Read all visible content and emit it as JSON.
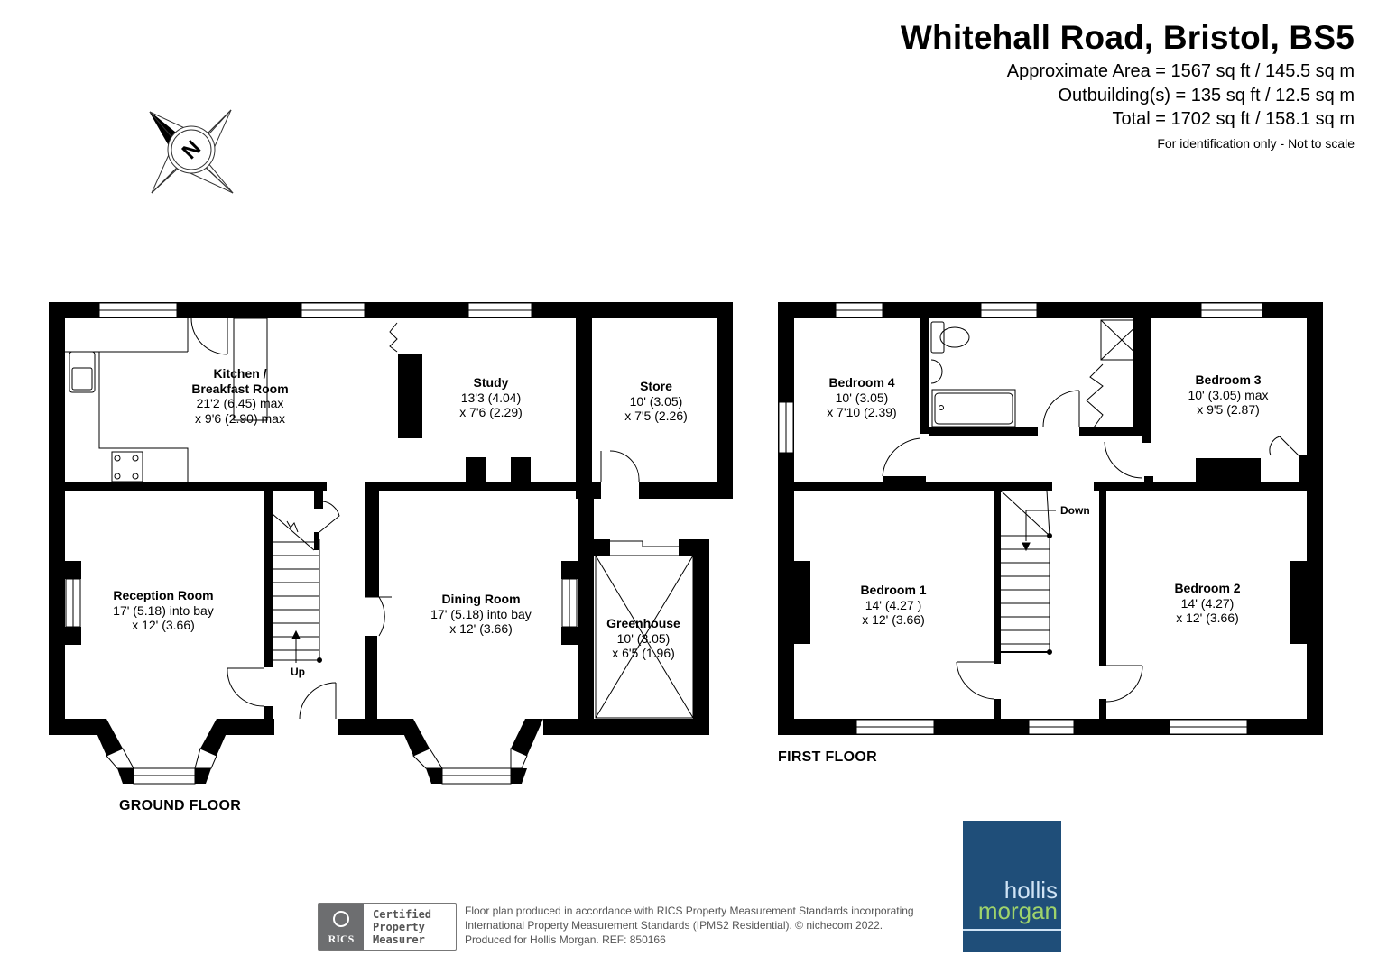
{
  "header": {
    "title": "Whitehall Road, Bristol, BS5",
    "approx_area": "Approximate Area = 1567 sq ft / 145.5 sq m",
    "outbuildings": "Outbuilding(s) = 135 sq ft / 12.5 sq m",
    "total": "Total = 1702 sq ft / 158.1 sq m",
    "note": "For identification only - Not to scale"
  },
  "compass": {
    "icon": "north-compass-icon",
    "label": "N"
  },
  "ground_floor": {
    "label": "GROUND FLOOR",
    "stairs_label": "Up",
    "rooms": [
      {
        "name": "Kitchen /",
        "name2": "Breakfast Room",
        "dim1": "21'2 (6.45) max",
        "dim2": "x 9'6 (2.90) max"
      },
      {
        "name": "Study",
        "dim1": "13'3 (4.04)",
        "dim2": "x 7'6 (2.29)"
      },
      {
        "name": "Store",
        "dim1": "10' (3.05)",
        "dim2": "x 7'5 (2.26)"
      },
      {
        "name": "Reception Room",
        "dim1": "17' (5.18) into bay",
        "dim2": "x 12' (3.66)"
      },
      {
        "name": "Dining Room",
        "dim1": "17' (5.18) into bay",
        "dim2": "x 12' (3.66)"
      },
      {
        "name": "Greenhouse",
        "dim1": "10' (3.05)",
        "dim2": "x 6'5 (1.96)"
      }
    ]
  },
  "first_floor": {
    "label": "FIRST FLOOR",
    "stairs_label": "Down",
    "rooms": [
      {
        "name": "Bedroom 4",
        "dim1": "10' (3.05)",
        "dim2": "x 7'10 (2.39)"
      },
      {
        "name": "Bedroom 3",
        "dim1": "10' (3.05) max",
        "dim2": "x 9'5 (2.87)"
      },
      {
        "name": "Bedroom 1",
        "dim1": "14' (4.27 )",
        "dim2": "x 12' (3.66)"
      },
      {
        "name": "Bedroom 2",
        "dim1": "14' (4.27)",
        "dim2": "x 12' (3.66)"
      }
    ]
  },
  "footer": {
    "rics_badge": "RICS",
    "rics_cert": [
      "Certified",
      "Property",
      "Measurer"
    ],
    "line1": "Floor plan produced in accordance with RICS Property Measurement Standards incorporating",
    "line2": "International Property Measurement Standards (IPMS2 Residential).  © nichecom 2022.",
    "line3": "Produced for Hollis Morgan.   REF:  850166"
  },
  "logo": {
    "line1": "hollis",
    "line2": "morgan",
    "bg_color": "#1f4e79",
    "line1_color": "#cfe3f5",
    "line2_color": "#9fd36b"
  }
}
